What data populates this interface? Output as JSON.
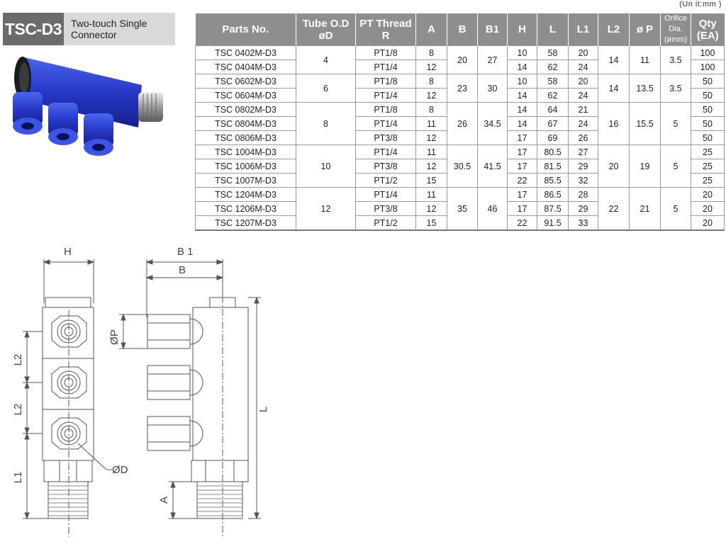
{
  "header": {
    "code": "TSC-D3",
    "name": "Two-touch Single Connector",
    "unit_note": "(Un it:mm )"
  },
  "table": {
    "columns": [
      {
        "l1": "Parts No.",
        "l2": ""
      },
      {
        "l1": "Tube O.D",
        "l2": "øD"
      },
      {
        "l1": "PT Thread",
        "l2": "R"
      },
      {
        "l1": "A",
        "l2": ""
      },
      {
        "l1": "B",
        "l2": ""
      },
      {
        "l1": "B1",
        "l2": ""
      },
      {
        "l1": "H",
        "l2": ""
      },
      {
        "l1": "L",
        "l2": ""
      },
      {
        "l1": "L1",
        "l2": ""
      },
      {
        "l1": "L2",
        "l2": ""
      },
      {
        "l1": "ø P",
        "l2": ""
      },
      {
        "l1": "Orifice Dia.",
        "l2": "(ømm)"
      },
      {
        "l1": "Qty",
        "l2": "(EA)"
      }
    ],
    "groups": [
      {
        "od": "4",
        "b": "20",
        "b1": "27",
        "l2": "14",
        "p": "11",
        "orifice": "3.5",
        "rows": [
          {
            "part": "TSC 0402M-D3",
            "thread": "PT1/8",
            "a": "8",
            "h": "10",
            "l": "58",
            "l1": "20",
            "qty": "100"
          },
          {
            "part": "TSC 0404M-D3",
            "thread": "PT1/4",
            "a": "12",
            "h": "14",
            "l": "62",
            "l1": "24",
            "qty": "100"
          }
        ]
      },
      {
        "od": "6",
        "b": "23",
        "b1": "30",
        "l2": "14",
        "p": "13.5",
        "orifice": "3.5",
        "rows": [
          {
            "part": "TSC 0602M-D3",
            "thread": "PT1/8",
            "a": "8",
            "h": "10",
            "l": "58",
            "l1": "20",
            "qty": "50"
          },
          {
            "part": "TSC 0604M-D3",
            "thread": "PT1/4",
            "a": "12",
            "h": "14",
            "l": "62",
            "l1": "24",
            "qty": "50"
          }
        ]
      },
      {
        "od": "8",
        "b": "26",
        "b1": "34.5",
        "l2": "16",
        "p": "15.5",
        "orifice": "5",
        "rows": [
          {
            "part": "TSC 0802M-D3",
            "thread": "PT1/8",
            "a": "8",
            "h": "14",
            "l": "64",
            "l1": "21",
            "qty": "50"
          },
          {
            "part": "TSC 0804M-D3",
            "thread": "PT1/4",
            "a": "11",
            "h": "14",
            "l": "67",
            "l1": "24",
            "qty": "50"
          },
          {
            "part": "TSC 0806M-D3",
            "thread": "PT3/8",
            "a": "12",
            "h": "17",
            "l": "69",
            "l1": "26",
            "qty": "50"
          }
        ]
      },
      {
        "od": "10",
        "b": "30.5",
        "b1": "41.5",
        "l2": "20",
        "p": "19",
        "orifice": "5",
        "rows": [
          {
            "part": "TSC 1004M-D3",
            "thread": "PT1/4",
            "a": "11",
            "h": "17",
            "l": "80.5",
            "l1": "27",
            "qty": "25"
          },
          {
            "part": "TSC 1006M-D3",
            "thread": "PT3/8",
            "a": "12",
            "h": "17",
            "l": "81.5",
            "l1": "29",
            "qty": "25"
          },
          {
            "part": "TSC 1007M-D3",
            "thread": "PT1/2",
            "a": "15",
            "h": "22",
            "l": "85.5",
            "l1": "32",
            "qty": "25"
          }
        ]
      },
      {
        "od": "12",
        "b": "35",
        "b1": "46",
        "l2": "22",
        "p": "21",
        "orifice": "5",
        "rows": [
          {
            "part": "TSC 1204M-D3",
            "thread": "PT1/4",
            "a": "11",
            "h": "17",
            "l": "86.5",
            "l1": "28",
            "qty": "20"
          },
          {
            "part": "TSC 1206M-D3",
            "thread": "PT3/8",
            "a": "12",
            "h": "17",
            "l": "87.5",
            "l1": "29",
            "qty": "20"
          },
          {
            "part": "TSC 1207M-D3",
            "thread": "PT1/2",
            "a": "15",
            "h": "22",
            "l": "91.5",
            "l1": "33",
            "qty": "20"
          }
        ]
      }
    ]
  },
  "drawing": {
    "labels": {
      "h": "H",
      "b1": "B 1",
      "b": "B",
      "phi_p": "ØP",
      "l2_upper": "L2",
      "l2_lower": "L2",
      "l1": "L1",
      "phi_d": "ØD",
      "l": "L",
      "a": "A"
    }
  },
  "colors": {
    "header_bg": "#8e8e8e",
    "code_bg": "#6b6b6b",
    "name_bg": "#d9d9d9",
    "product_blue": "#2a3fc4",
    "line": "#555555"
  }
}
